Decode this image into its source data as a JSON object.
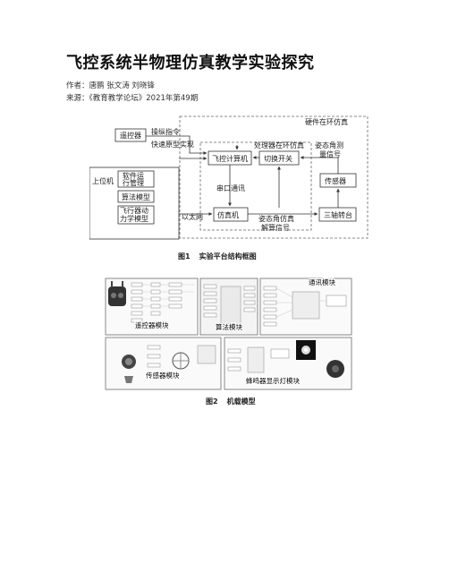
{
  "article": {
    "title": "飞控系统半物理仿真教学实验探究",
    "authors_line": "作者：唐鹏 张文涛 刘晓锋",
    "source_line": "来源：《教育教学论坛》2021年第49期"
  },
  "figure1": {
    "number": "图1",
    "caption": "实验平台结构框图",
    "labels": {
      "hil": "硬件在环仿真",
      "remote": "遥控器",
      "manual_cmd": "操纵指令",
      "rapid_proto": "快速原型实现",
      "processor_hil": "处理器在环仿真",
      "attitude_meas_1": "姿态角测",
      "attitude_meas_2": "量信号",
      "host": "上位机",
      "sw_ops_1": "软件运",
      "sw_ops_2": "行管理",
      "algo_model": "算法模型",
      "aircraft_model_1": "飞行器动",
      "aircraft_model_2": "力学模型",
      "flight_computer": "飞控计算机",
      "switch": "切换开关",
      "sensor": "传感器",
      "serial": "串口通讯",
      "ethernet": "以太网",
      "simulator": "仿真机",
      "attitude_sim_1": "姿态角仿真",
      "attitude_sim_2": "解算信号",
      "turntable": "三轴转台"
    }
  },
  "figure2": {
    "number": "图2",
    "caption": "机载模型",
    "labels": {
      "remote_module": "遥控器模块",
      "algo_module": "算法模块",
      "comm_module": "通讯模块",
      "sensor_module": "传感器模块",
      "buzzer_module": "蜂鸣器显示灯模块"
    }
  },
  "colors": {
    "text": "#222222",
    "line": "#333333",
    "dash": "#666666",
    "module_border": "#888888"
  }
}
